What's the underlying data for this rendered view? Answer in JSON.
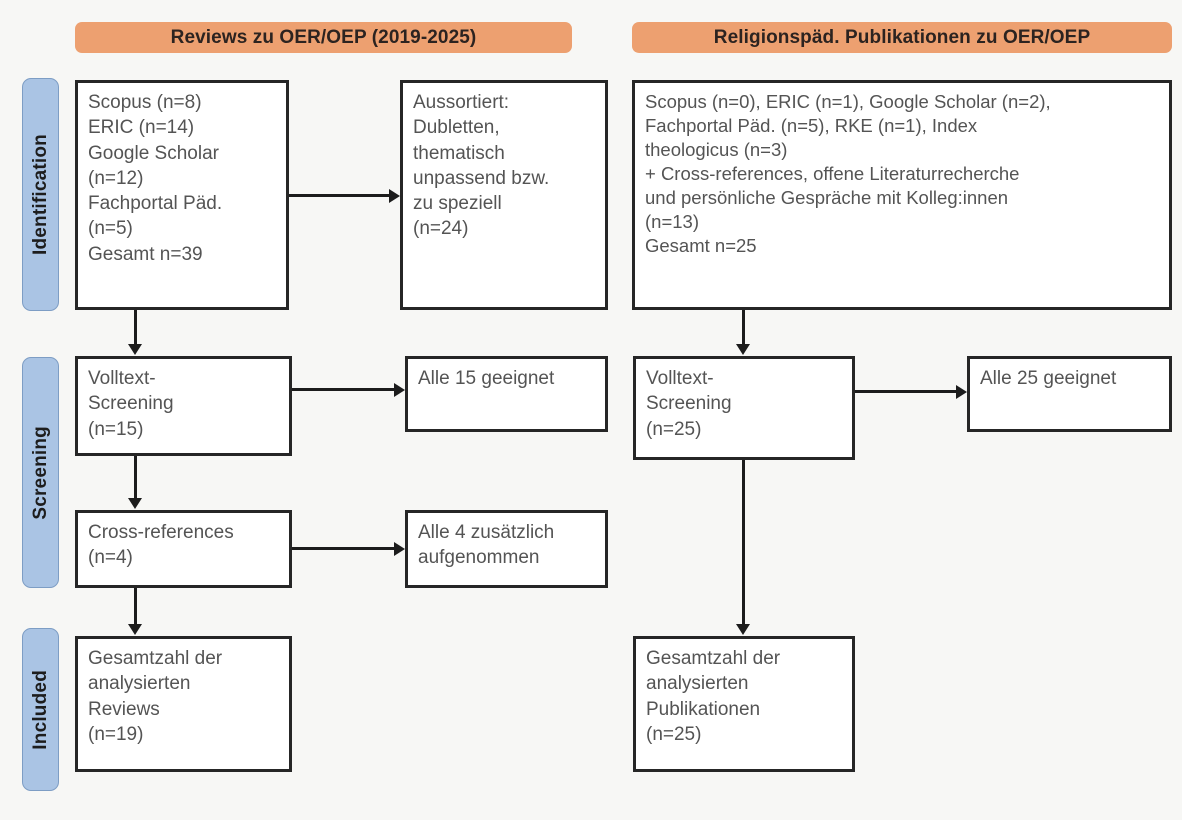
{
  "diagram": {
    "type": "prisma-flow-diagram",
    "phases": [
      {
        "label": "Identification"
      },
      {
        "label": "Screening"
      },
      {
        "label": "Included"
      }
    ],
    "columns": [
      {
        "header": "Reviews zu OER/OEP (2019-2025)"
      },
      {
        "header": "Religionspäd. Publikationen zu OER/OEP"
      }
    ],
    "colors": {
      "header_orange": "#eda070",
      "phase_blue": "#aac4e4",
      "phase_border": "#7d9dc4",
      "box_border": "#262626",
      "box_fill": "#ffffff",
      "text": "#545454",
      "background": "#f7f7f5"
    },
    "left_column": {
      "sources_box": "Scopus (n=8)\nERIC (n=14)\nGoogle Scholar\n(n=12)\nFachportal Päd.\n(n=5)\nGesamt n=39",
      "excluded_box": "Aussortiert:\nDubletten,\nthematisch\nunpassend bzw.\nzu speziell\n(n=24)",
      "fulltext_box": "Volltext-\nScreening\n(n=15)",
      "fulltext_result_box": "Alle 15 geeignet",
      "crossref_box": "Cross-references\n(n=4)",
      "crossref_result_box": "Alle 4 zusätzlich\naufgenommen",
      "included_box": "Gesamtzahl der\nanalysierten\nReviews\n(n=19)"
    },
    "right_column": {
      "sources_box": "Scopus (n=0), ERIC (n=1), Google Scholar (n=2),\nFachportal Päd. (n=5), RKE (n=1), Index\ntheologicus (n=3)\n+ Cross-references, offene Literaturrecherche\nund persönliche Gespräche mit Kolleg:innen\n(n=13)\nGesamt n=25",
      "fulltext_box": "Volltext-\nScreening\n(n=25)",
      "fulltext_result_box": "Alle 25 geeignet",
      "included_box": "Gesamtzahl der\nanalysierten\nPublikationen\n(n=25)"
    }
  }
}
